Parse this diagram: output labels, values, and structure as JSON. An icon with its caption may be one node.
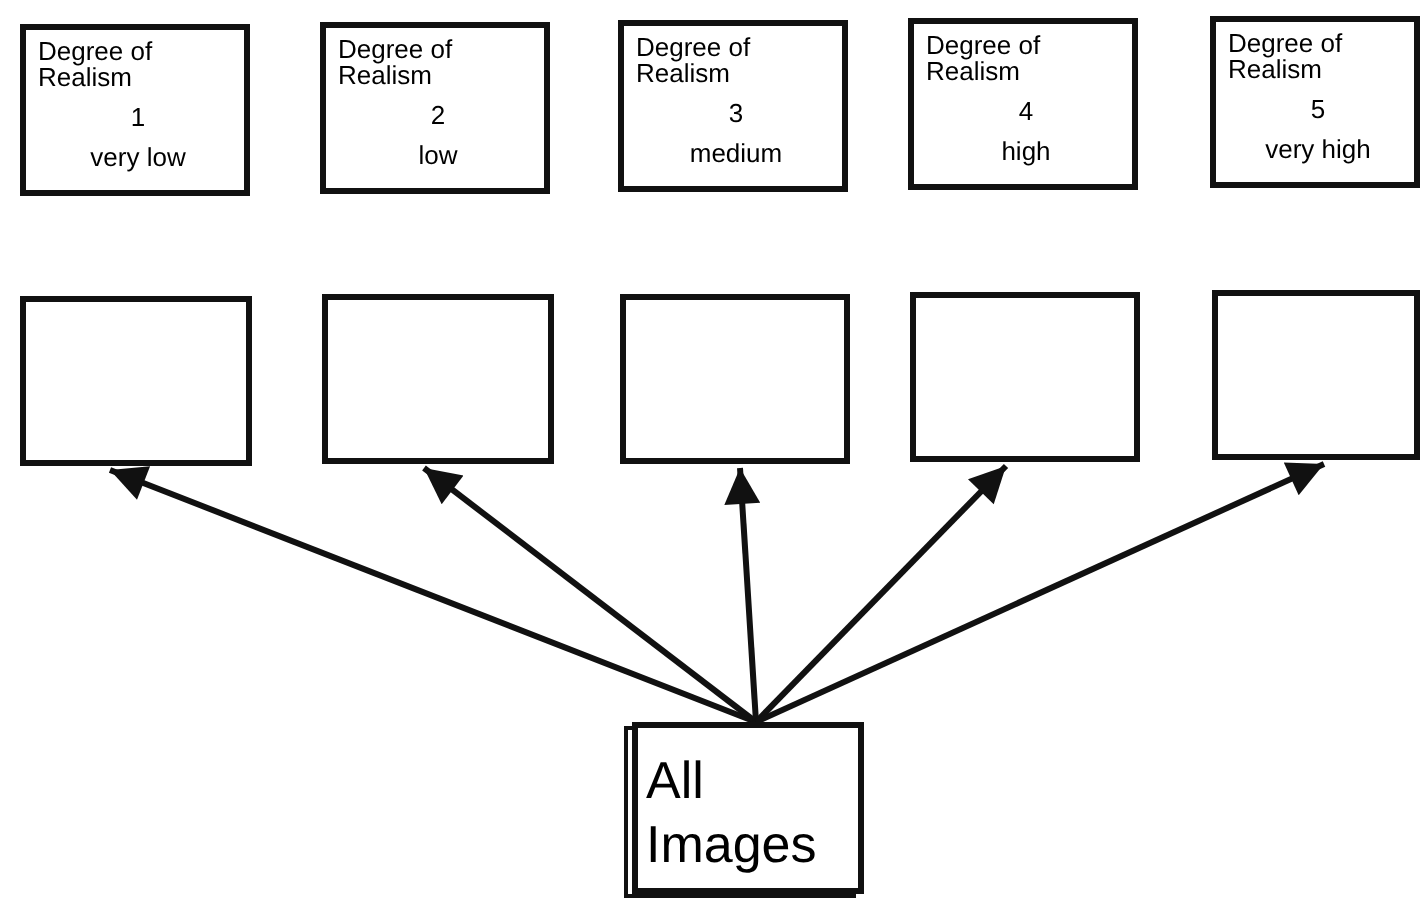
{
  "diagram": {
    "nodes": [
      {
        "text": [
          "Degree of Realism",
          "1",
          "very low"
        ]
      },
      {
        "text": [
          "Degree of Realism",
          "2",
          "low"
        ]
      },
      {
        "text": [
          "Degree of Realism",
          "3",
          "medium"
        ]
      },
      {
        "text": [
          "Degree of Realism",
          "4",
          "high"
        ]
      },
      {
        "text": [
          "Degree of Realism",
          "5",
          "very high"
        ]
      },
      {
        "text": [],
        "shape": "box"
      },
      {
        "text": [],
        "shape": "box"
      },
      {
        "text": [],
        "shape": "box"
      },
      {
        "text": [],
        "shape": "box"
      },
      {
        "text": [],
        "shape": "box"
      },
      {
        "text": [
          "All Images"
        ]
      }
    ],
    "edges": [
      {
        "from": 10,
        "to": 5,
        "arrow": "to"
      },
      {
        "from": 10,
        "to": 6,
        "arrow": "to"
      },
      {
        "from": 10,
        "to": 7,
        "arrow": "to"
      },
      {
        "from": 10,
        "to": 8,
        "arrow": "to"
      },
      {
        "from": 10,
        "to": 9,
        "arrow": "to"
      }
    ]
  }
}
